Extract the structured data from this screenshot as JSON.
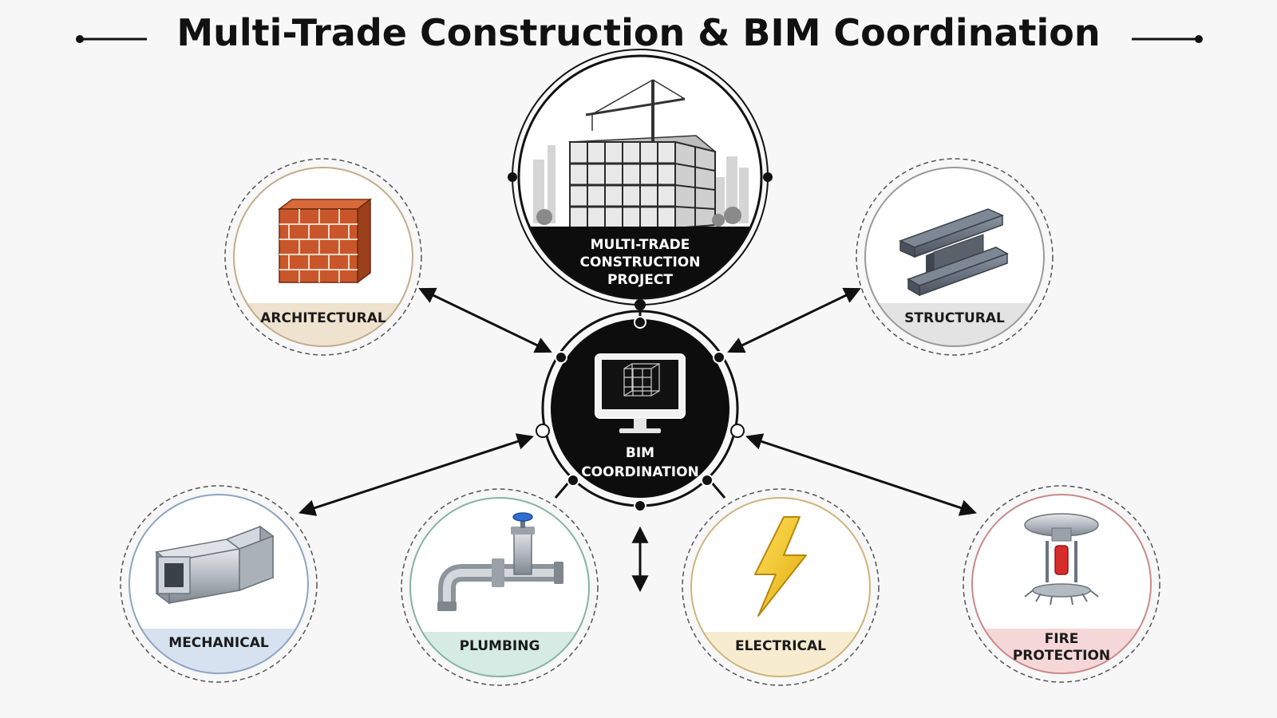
{
  "title": "Multi-Trade Construction & BIM Coordination",
  "hub": {
    "line1": "BIM",
    "line2": "COORDINATION",
    "icon": "computer-monitor-3d-model-icon"
  },
  "project": {
    "lines": [
      "MULTI-TRADE",
      "CONSTRUCTION",
      "PROJECT"
    ],
    "icon": "building-under-construction-crane-icon"
  },
  "trades": [
    {
      "id": "architectural",
      "lines": [
        "ARCHITECTURAL"
      ],
      "icon": "brick-wall-icon",
      "tint": "#efe2cf",
      "ring": "#9b8a70"
    },
    {
      "id": "structural",
      "lines": [
        "STRUCTURAL"
      ],
      "icon": "steel-i-beam-icon",
      "tint": "#e3e3e3",
      "ring": "#8a8a8a"
    },
    {
      "id": "mechanical",
      "lines": [
        "MECHANICAL"
      ],
      "icon": "hvac-duct-icon",
      "tint": "#d6e2f0",
      "ring": "#8ea4c2"
    },
    {
      "id": "plumbing",
      "lines": [
        "PLUMBING"
      ],
      "icon": "pipe-valve-icon",
      "tint": "#d5ebe4",
      "ring": "#86b3a5"
    },
    {
      "id": "electrical",
      "lines": [
        "ELECTRICAL"
      ],
      "icon": "lightning-bolt-icon",
      "tint": "#f8ecd0",
      "ring": "#c9b07a"
    },
    {
      "id": "fire-protection",
      "lines": [
        "FIRE",
        "PROTECTION"
      ],
      "icon": "fire-sprinkler-icon",
      "tint": "#f6d7d7",
      "ring": "#c98a8a"
    }
  ],
  "colors": {
    "hub": "#0d0d0d",
    "ink": "#111111",
    "bolt": "#f2c21b"
  }
}
